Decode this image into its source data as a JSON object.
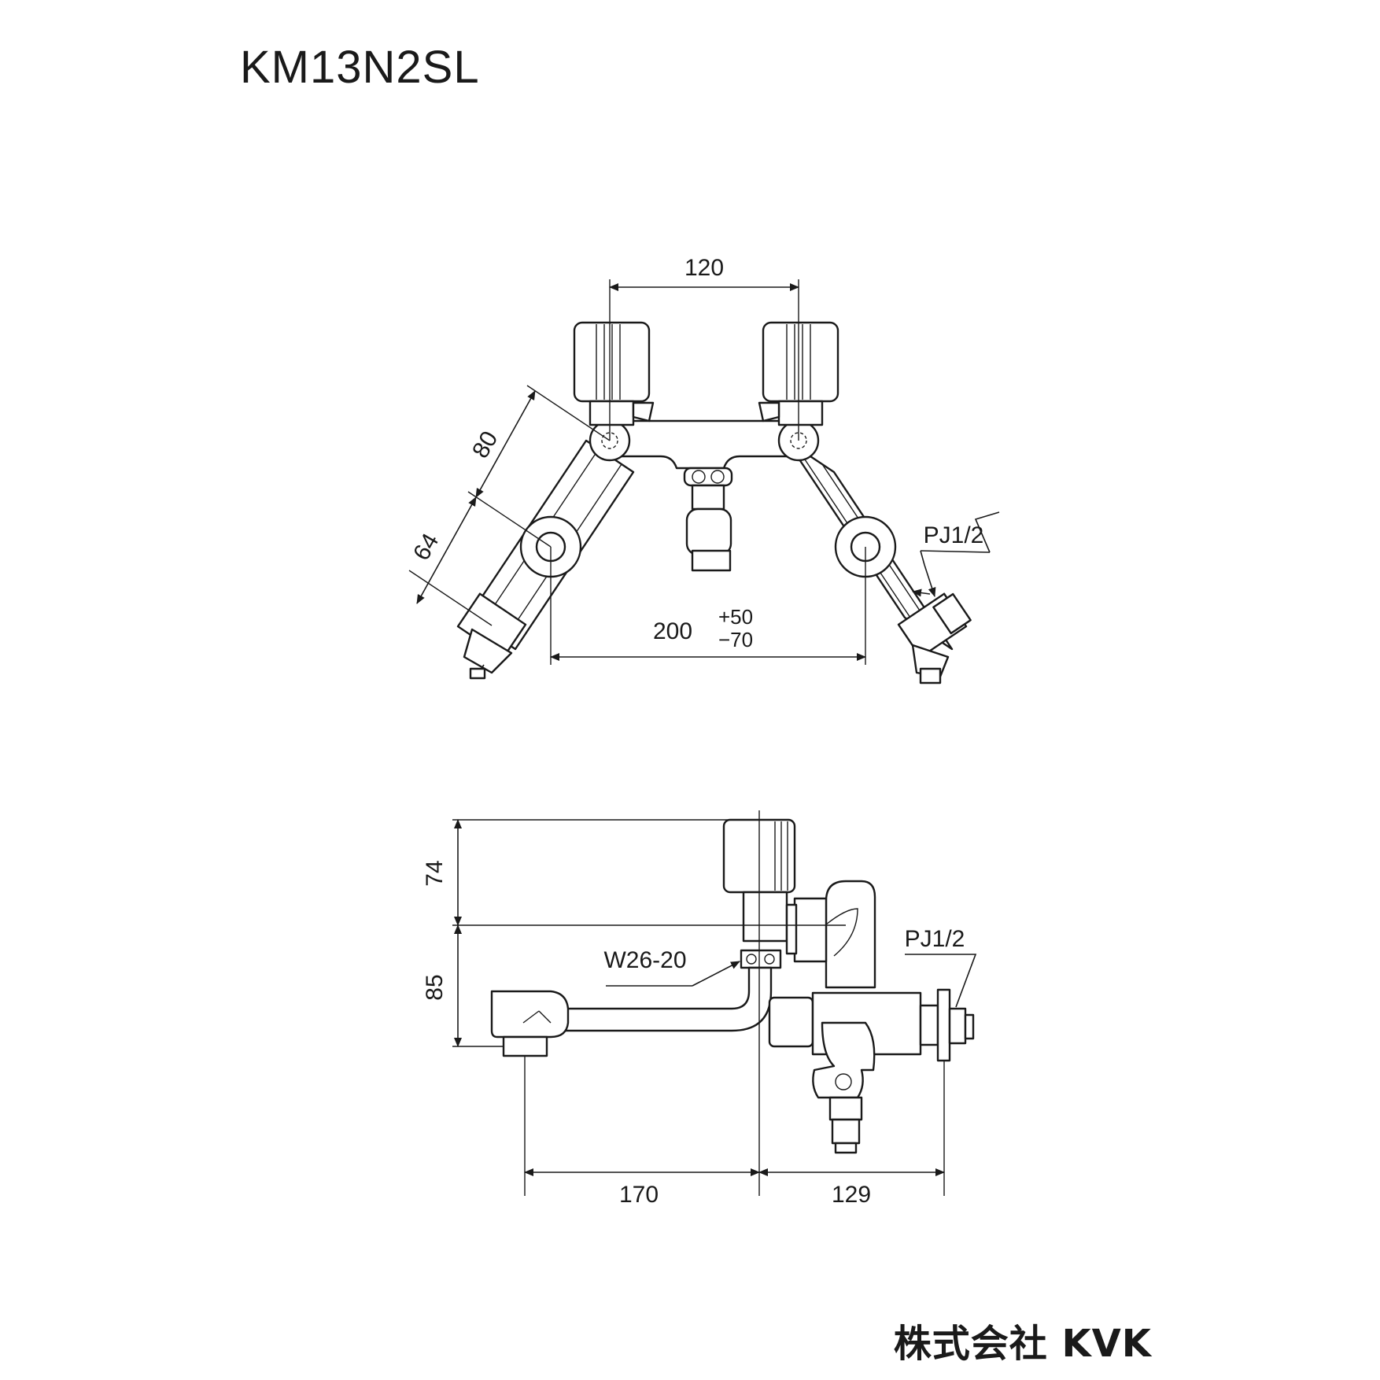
{
  "title": "KM13N2SL",
  "company": "株式会社 KVK",
  "top_view": {
    "dim_handle_spacing": "120",
    "dim_arm_upper": "80",
    "dim_arm_lower": "64",
    "dim_width": "200",
    "dim_width_tol_plus": "+50",
    "dim_width_tol_minus": "−70",
    "connection_label": "PJ1/2"
  },
  "side_view": {
    "dim_height_upper": "74",
    "dim_height_lower": "85",
    "spout_thread_label": "W26-20",
    "connection_label": "PJ1/2",
    "dim_spout_reach": "170",
    "dim_depth": "129"
  }
}
